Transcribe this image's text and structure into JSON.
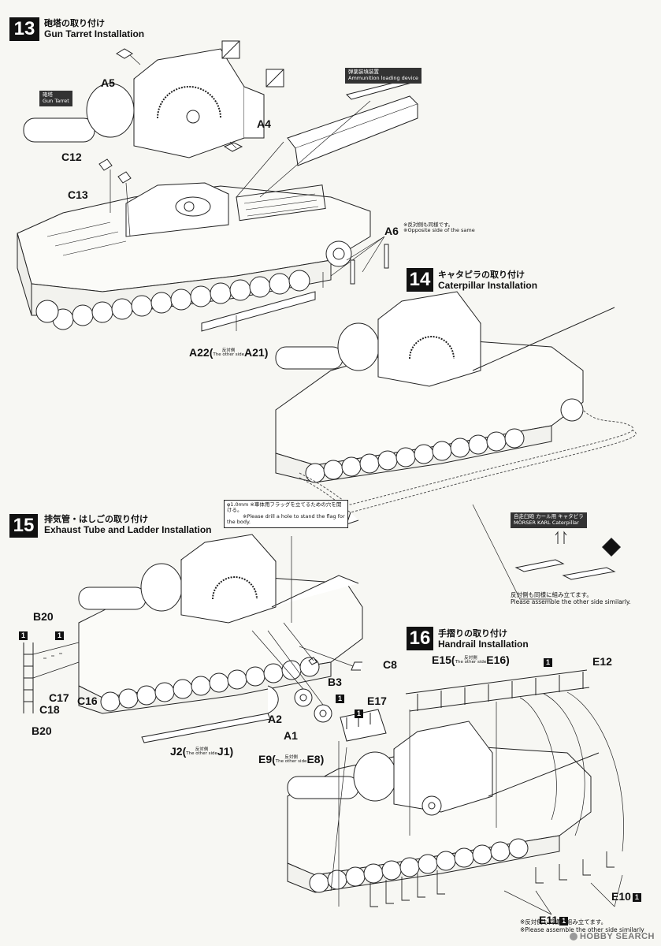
{
  "steps": {
    "s13": {
      "number": "13",
      "jp": "砲塔の取り付け",
      "en": "Gun Tarret Installation"
    },
    "s14": {
      "number": "14",
      "jp": "キャタピラの取り付け",
      "en": "Caterpillar Installation"
    },
    "s15": {
      "number": "15",
      "jp": "排気管・はしごの取り付け",
      "en": "Exhaust Tube and Ladder Installation"
    },
    "s16": {
      "number": "16",
      "jp": "手摺りの取り付け",
      "en": "Handrail Installation"
    }
  },
  "tags": {
    "gun_turret": {
      "jp": "砲塔",
      "en": "Gun Tarret"
    },
    "ammo_device": {
      "jp": "弾薬装填装置",
      "en": "Ammunition loading device"
    },
    "caterpillar": {
      "jp": "自走臼砲 カール用 キャタピラ",
      "en": "MÖRSER KARL Caterpillar"
    }
  },
  "notes": {
    "a6_jp": "※反対側も同様です。",
    "a6_en": "※Opposite side of the same",
    "drill_size": "φ1.0mm",
    "drill_jp": "※車体用フラッグを立てるための穴を開ける。",
    "drill_en": "※Please drill a hole to stand the flag for the body.",
    "track_jp": "反対側も同様に組み立てます。",
    "track_en": "Please assemble the other side similarly.",
    "footer_jp": "※反対側も同様に組み立てます。",
    "footer_en": "※Please assemble the other side similarly",
    "other_side_jp": "反対側",
    "other_side_en": "The other side"
  },
  "parts": {
    "a5": "A5",
    "a4": "A4",
    "c12": "C12",
    "c13": "C13",
    "a6": "A6",
    "a22": "A22",
    "a21": "A21",
    "b20": "B20",
    "c17": "C17",
    "c18": "C18",
    "c16": "C16",
    "a2": "A2",
    "a1": "A1",
    "b3": "B3",
    "c8": "C8",
    "j2": "J2",
    "j1": "J1",
    "e17": "E17",
    "e9": "E9",
    "e8": "E8",
    "e15": "E15",
    "e16": "E16",
    "e12": "E12",
    "e11": "E11",
    "e10": "E10",
    "runner_1": "1"
  },
  "brand": "HOBBY SEARCH"
}
